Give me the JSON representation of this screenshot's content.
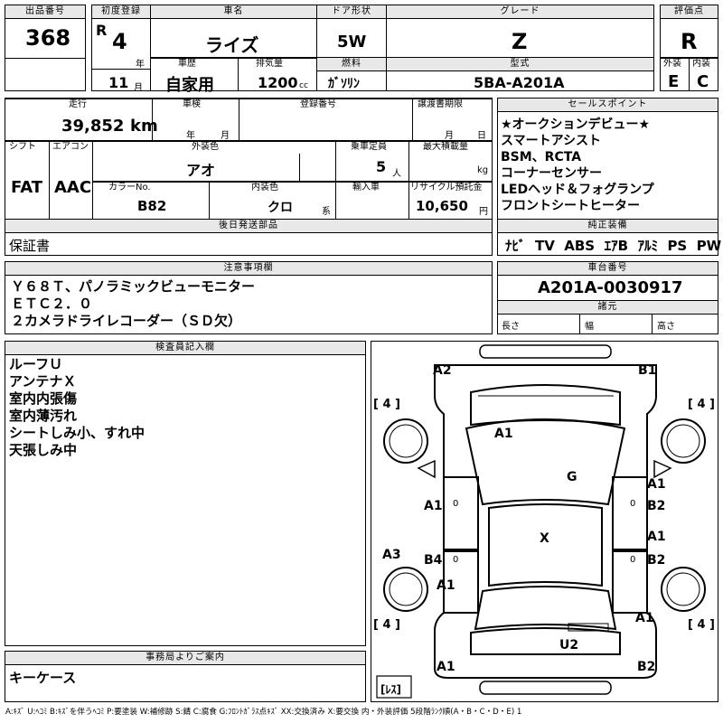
{
  "header": {
    "lot_no_label": "出品番号",
    "lot_no": "368",
    "first_reg_label": "初度登録",
    "era": "R",
    "year": "4",
    "year_unit": "年",
    "month": "11",
    "month_unit": "月",
    "car_name_label": "車名",
    "car_name": "ライズ",
    "history_label": "車歴",
    "history": "自家用",
    "displacement_label": "排気量",
    "displacement": "1200",
    "cc_unit": "cc",
    "door_label": "ドア形状",
    "door": "5W",
    "fuel_label": "燃料",
    "fuel": "ｶﾞｿﾘﾝ",
    "grade_label": "グレード",
    "grade": "Z",
    "model_label": "型式",
    "model": "5BA-A201A",
    "rating_label": "評価点",
    "rating": "R",
    "ext_label": "外装",
    "ext": "E",
    "int_label": "内装",
    "int": "C"
  },
  "row2": {
    "mileage_label": "走行",
    "mileage": "39,852",
    "km_unit": "km",
    "inspection_label": "車検",
    "insp_year": "年",
    "insp_month": "月",
    "regno_label": "登録番号",
    "transfer_label": "譲渡書期限",
    "transfer_month": "月",
    "transfer_day": "日",
    "shift_label": "シフト",
    "shift": "FAT",
    "ac_label": "エアコン",
    "ac": "AAC",
    "color_label": "外装色",
    "color": "アオ",
    "color_no_label": "カラーNo.",
    "color_no": "B82",
    "int_color_label": "内装色",
    "int_color": "クロ",
    "int_color_suffix": "系",
    "capacity_label": "乗車定員",
    "capacity": "5",
    "capacity_unit": "人",
    "load_label": "最大積載量",
    "load_unit": "kg",
    "import_label": "輸入車",
    "recycle_label": "リサイクル預託金",
    "recycle": "10,650",
    "recycle_unit": "円",
    "later_label": "後日発送部品",
    "later": "保証書"
  },
  "sales": {
    "label": "セールスポイント",
    "items": [
      "★オークションデビュー★",
      "スマートアシスト",
      "BSM、RCTA",
      "コーナーセンサー",
      "LEDヘッド＆フォグランプ",
      "フロントシートヒーター"
    ]
  },
  "equip": {
    "label": "純正装備",
    "items": [
      "ﾅﾋﾞ",
      "TV",
      "ABS",
      "ｴｱB",
      "ｱﾙﾐ",
      "PS",
      "PW"
    ]
  },
  "notes": {
    "label": "注意事項欄",
    "lines": [
      "Ｙ６８Ｔ、パノラミックビューモニター",
      "ＥＴＣ２．０",
      "２カメラドライレコーダー（ＳＤ欠）"
    ]
  },
  "chassis": {
    "label": "車台番号",
    "value": "A201A-0030917",
    "spec_label": "諸元",
    "length": "長さ",
    "width": "幅",
    "height": "高さ"
  },
  "inspector": {
    "label": "検査員記入欄",
    "lines": [
      "ルーフＵ",
      "アンテナＸ",
      "室内内張傷",
      "室内薄汚れ",
      "シートしみ小、すれ中",
      "天張しみ中"
    ]
  },
  "office": {
    "label": "事務局よりご案内",
    "text": "キーケース"
  },
  "diagram": {
    "marks": [
      "A2",
      "B1",
      "A1",
      "G",
      "A1",
      "A1",
      "B2",
      "A1",
      "B2",
      "X",
      "A3",
      "B4",
      "A1",
      "A1",
      "U2",
      "A1",
      "B2"
    ],
    "tires": [
      "[ 4 ]",
      "[ 4 ]",
      "[ 4 ]",
      "[ 4 ]"
    ],
    "zero": "0",
    "spare": "[ﾚｽ]"
  },
  "footer": "A:ｷｽﾞ U:ﾍｺﾐ B:ｷｽﾞを伴うﾍｺﾐ P:要塗装 W:補修跡 S:錆 C:腐食 G:ﾌﾛﾝﾄｶﾞﾗｽ点ｷｽﾞ XX:交換済み X:要交換 内・外装評価 5段階ﾗﾝｸ順(A・B・C・D・E) 1"
}
